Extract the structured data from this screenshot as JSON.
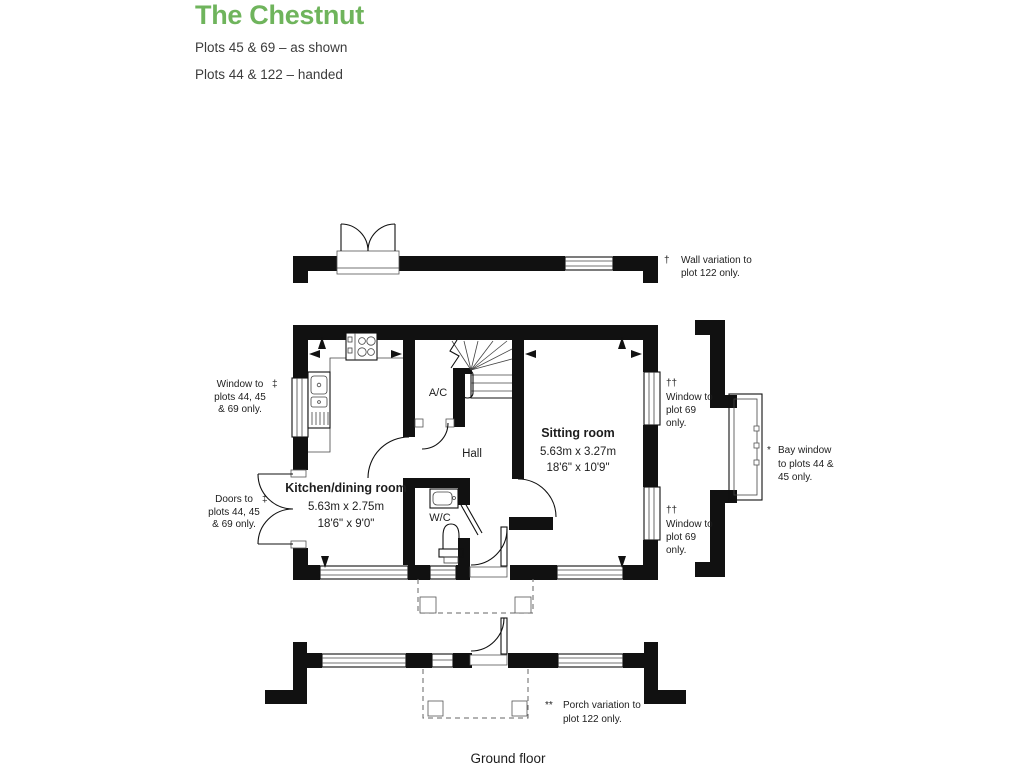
{
  "header": {
    "title": "The Chestnut",
    "title_color": "#6fb45c",
    "subtitle_as_shown": "Plots 45 & 69 – as shown",
    "subtitle_handed": "Plots 44 & 122 – handed"
  },
  "plan": {
    "rooms": {
      "kitchen": {
        "name": "Kitchen/dining room",
        "size_metric": "5.63m x 2.75m",
        "size_imperial": "18'6\" x 9'0\""
      },
      "sitting_room": {
        "name": "Sitting room",
        "size_metric": "5.63m x 3.27m",
        "size_imperial": "18'6\" x 10'9\""
      },
      "hall": "Hall",
      "wc": "W/C",
      "ac": "A/C"
    },
    "annotations": {
      "wall_variation": {
        "symbol": "†",
        "lines": [
          "Wall variation to",
          "plot 122 only."
        ]
      },
      "window_left": {
        "symbol": "‡",
        "lines": [
          "Window to",
          "plots 44, 45",
          "& 69 only."
        ]
      },
      "doors_left": {
        "symbol": "‡",
        "lines": [
          "Doors to",
          "plots 44, 45",
          "& 69 only."
        ]
      },
      "window_right_top": {
        "symbol": "††",
        "lines": [
          "Window to",
          "plot 69",
          "only."
        ]
      },
      "window_right_bottom": {
        "symbol": "††",
        "lines": [
          "Window to",
          "plot 69",
          "only."
        ]
      },
      "bay_window": {
        "symbol": "*",
        "lines": [
          "Bay window",
          "to plots 44 &",
          "45 only."
        ]
      },
      "porch_variation": {
        "symbol": "**",
        "lines": [
          "Porch variation to",
          "plot 122 only."
        ]
      }
    },
    "floor_label": "Ground floor"
  }
}
